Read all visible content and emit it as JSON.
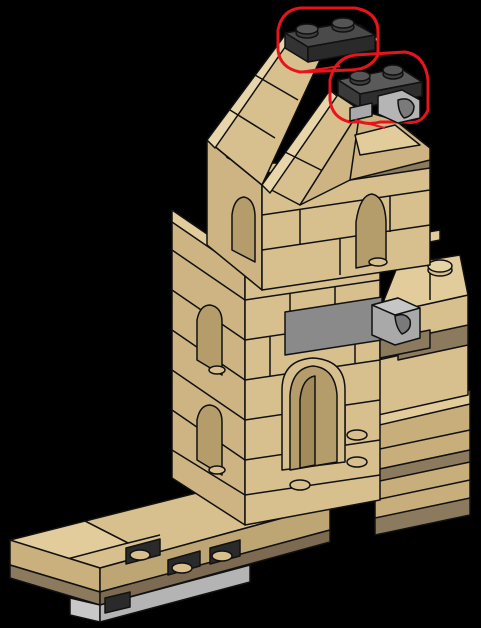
{
  "scene": {
    "subject": "lego-tower-build-step",
    "background_color": "#000000",
    "colors": {
      "tan": "#d8c08e",
      "tan_light": "#e6d3a6",
      "tan_dark": "#b8a070",
      "dark_tan": "#8c7a5e",
      "dark_gray": "#3e3e3e",
      "light_gray": "#a9a9a9",
      "mid_gray": "#8a8a8a",
      "highlight_red": "#e8141b",
      "outline": "#111111"
    },
    "highlighted_parts": [
      {
        "name": "dark-gray-plate-1x2",
        "color": "#3e3e3e"
      },
      {
        "name": "light-gray-clip-plate",
        "color": "#a9a9a9"
      }
    ]
  }
}
